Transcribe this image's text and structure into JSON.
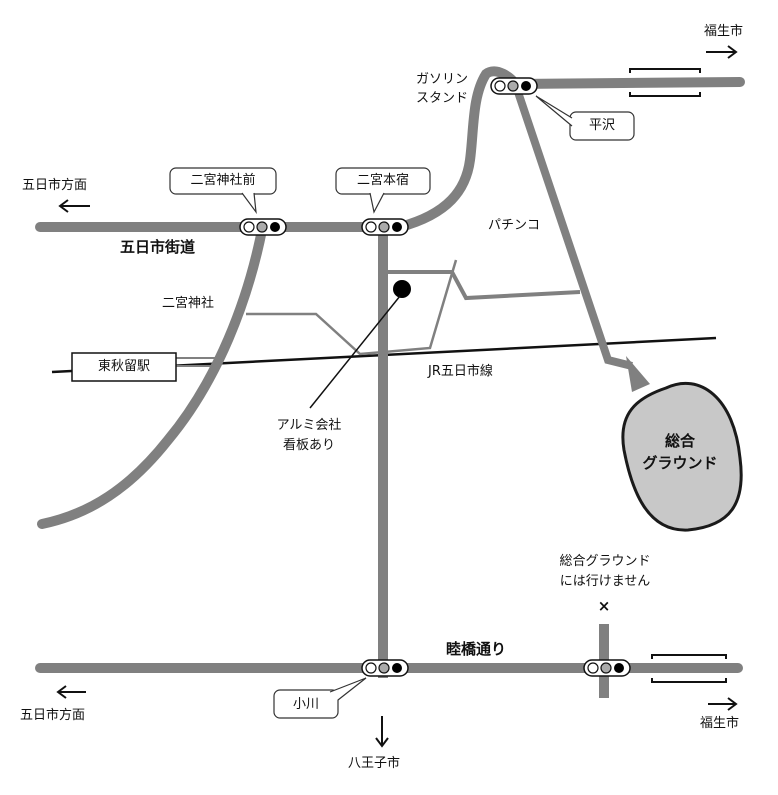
{
  "labels": {
    "fussa_top": "福生市",
    "fussa_bottom": "福生市",
    "itsukaichi_west_top": "五日市方面",
    "itsukaichi_west_bottom": "五日市方面",
    "hachioji": "八王子市",
    "gas_station_line1": "ガソリン",
    "gas_station_line2": "スタンド",
    "hirasawa": "平沢",
    "ninomiya_shrine_front": "二宮神社前",
    "ninomiya_honshuku": "二宮本宿",
    "itsukaichi_kaido": "五日市街道",
    "pachinko": "パチンコ",
    "ninomiya_shrine": "二宮神社",
    "higashi_akiru_station": "東秋留駅",
    "jr_itsukaichi_line": "JR五日市線",
    "alumi_line1": "アルミ会社",
    "alumi_line2": "看板あり",
    "ground_line1": "総合",
    "ground_line2": "グラウンド",
    "ground_note_line1": "総合グラウンド",
    "ground_note_line2": "には行けません",
    "no_entry_mark": "×",
    "mutsumibashi_dori": "睦橋通り",
    "ogawa": "小川"
  },
  "colors": {
    "road": "#808080",
    "road_dark": "#1a1a1a",
    "ground_fill": "#c8c8c8",
    "signal_lamp_gray": "#aaaaaa",
    "signal_lamp_black": "#000000"
  }
}
